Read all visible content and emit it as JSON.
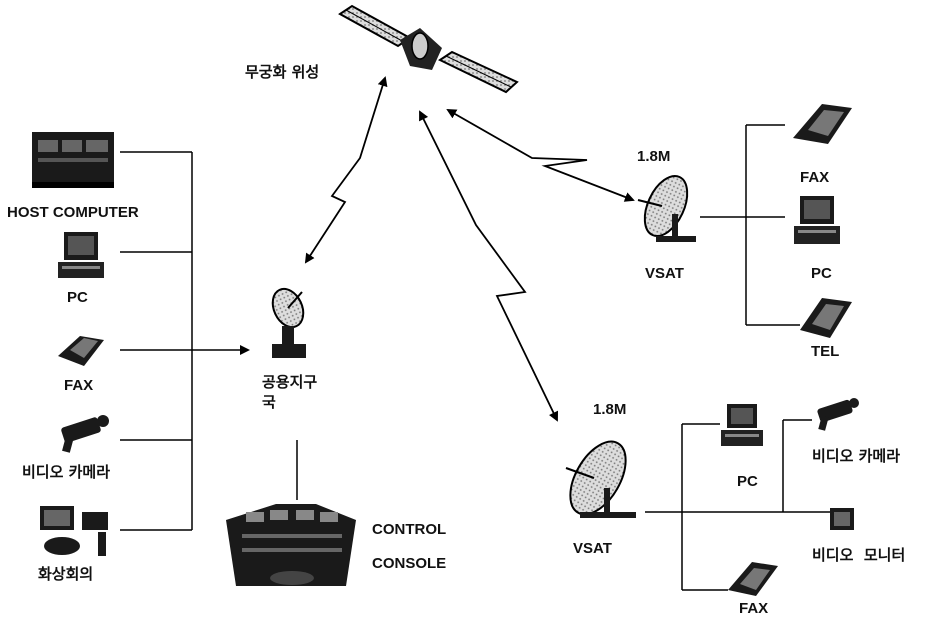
{
  "satellite": {
    "label": "무궁화 위성"
  },
  "ground_station": {
    "label_line1": "공용지구",
    "label_line2": "국"
  },
  "control_console": {
    "label_line1": "CONTROL",
    "label_line2": "CONSOLE"
  },
  "left_devices": {
    "host_computer": "HOST COMPUTER",
    "pc": "PC",
    "fax": "FAX",
    "video_camera": "비디오 카메라",
    "video_conference": "화상회의"
  },
  "vsat_top": {
    "size": "1.8M",
    "label": "VSAT",
    "devices": {
      "fax": "FAX",
      "pc": "PC",
      "tel": "TEL"
    }
  },
  "vsat_bottom": {
    "size": "1.8M",
    "label": "VSAT",
    "devices": {
      "pc": "PC",
      "video_camera": "비디오 카메라",
      "video_monitor": "비디오  모니터",
      "fax": "FAX"
    }
  }
}
